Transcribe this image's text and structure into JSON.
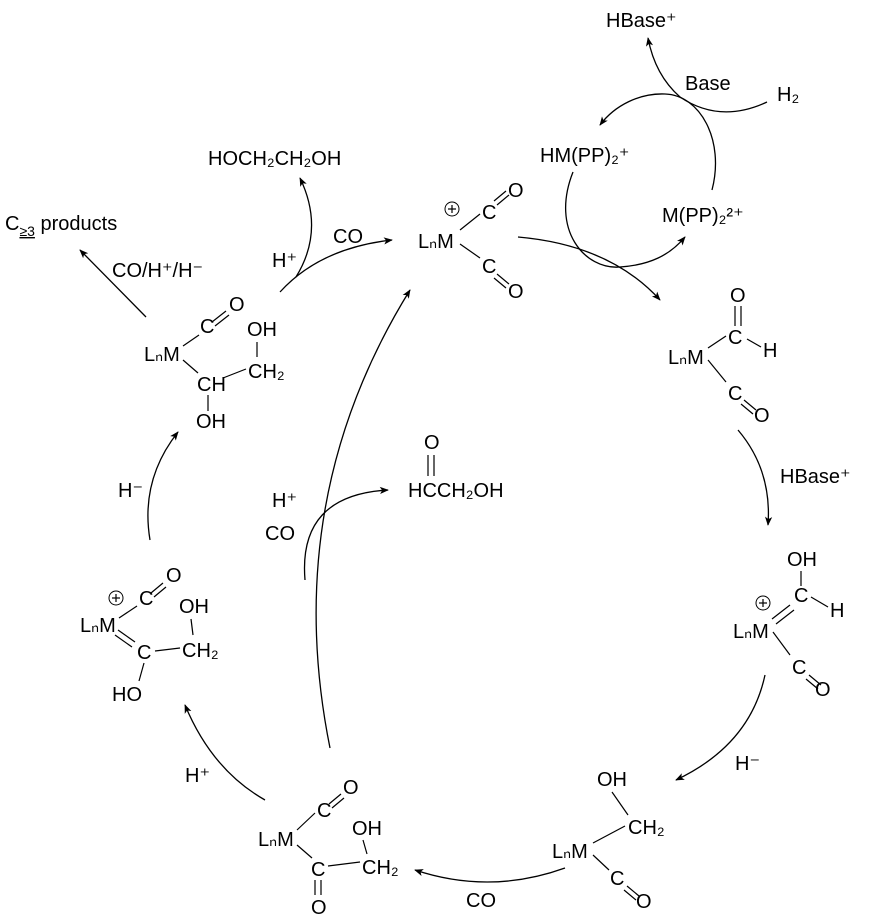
{
  "colors": {
    "ink": "#000000",
    "background": "#ffffff"
  },
  "reagents": {
    "hbase_top": "HBase⁺",
    "base": "Base",
    "h2": "H₂",
    "hmpp": "HM(PP)₂⁺",
    "mpp": "M(PP)₂²⁺",
    "hbase_right": "HBase⁺",
    "hydride_right": "H⁻",
    "co_bottom": "CO",
    "proton_bottom_left": "H⁺",
    "hydride_left": "H⁻",
    "proton_mid": "H⁺",
    "co_mid": "CO",
    "proton_top": "H⁺",
    "co_top": "CO",
    "co_h_h": "CO/H⁺/H⁻"
  },
  "products": {
    "ethylene_glycol": "HOCH₂CH₂OH",
    "c3_main": "C",
    "c3_sub": "≥3",
    "c3_rest": " products",
    "glycolaldehyde_o": "O",
    "glycolaldehyde": "HCCH₂OH"
  },
  "structures": {
    "dicarbonyl": {
      "charge": "+",
      "atoms": [
        "LₙM",
        "C",
        "O",
        "C",
        "O"
      ]
    },
    "formyl": {
      "atoms": [
        "O",
        "C",
        "H",
        "LₙM",
        "C",
        "O"
      ]
    },
    "hydroxycarbene": {
      "charge": "+",
      "atoms": [
        "OH",
        "C",
        "H",
        "LₙM",
        "C",
        "O"
      ]
    },
    "hydroxymethyl": {
      "atoms": [
        "OH",
        "CH₂",
        "LₙM",
        "C",
        "O"
      ]
    },
    "acyl": {
      "atoms": [
        "LₙM",
        "C",
        "O",
        "OH",
        "CH₂",
        "C",
        "O"
      ]
    },
    "carbene_c2": {
      "charge": "+",
      "atoms": [
        "LₙM",
        "C",
        "O",
        "OH",
        "CH₂",
        "C",
        "HO"
      ]
    },
    "diol_alkyl": {
      "atoms": [
        "LₙM",
        "C",
        "O",
        "OH",
        "CH₂",
        "CH",
        "OH"
      ]
    }
  }
}
